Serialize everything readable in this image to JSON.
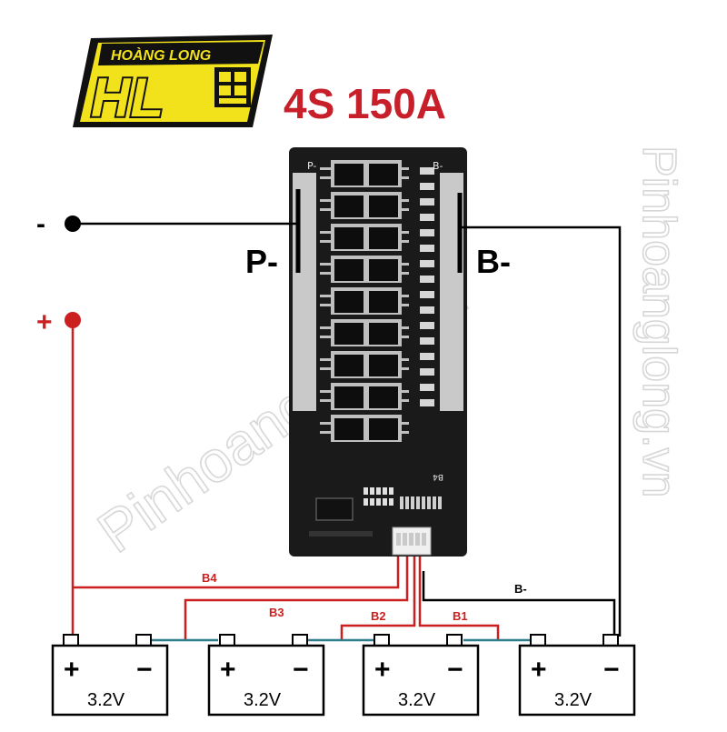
{
  "logo": {
    "brand_text": "HOÀNG LONG",
    "mark_text": "HL"
  },
  "title": "4S 150A",
  "labels": {
    "p_minus": "P-",
    "b_minus": "B-"
  },
  "terminals": {
    "negative": "-",
    "positive": "+"
  },
  "wires": {
    "b4": "B4",
    "b3": "B3",
    "b2": "B2",
    "b1": "B1",
    "b_minus": "B-"
  },
  "board": {
    "silk_p": "P-",
    "silk_b": "B-",
    "silk_b4": "B4"
  },
  "cells": [
    {
      "plus": "+",
      "minus": "−",
      "voltage": "3.2V"
    },
    {
      "plus": "+",
      "minus": "−",
      "voltage": "3.2V"
    },
    {
      "plus": "+",
      "minus": "−",
      "voltage": "3.2V"
    },
    {
      "plus": "+",
      "minus": "−",
      "voltage": "3.2V"
    }
  ],
  "watermark": "Pinhoanglong.vn",
  "colors": {
    "red_wire": "#cc1f1f",
    "black_wire": "#000000",
    "link_wire": "#2d7d8a",
    "title": "#c8202a",
    "logo_yellow": "#f2e21b",
    "pcb": "#1a1a1a",
    "copper": "#c9c9c9"
  }
}
